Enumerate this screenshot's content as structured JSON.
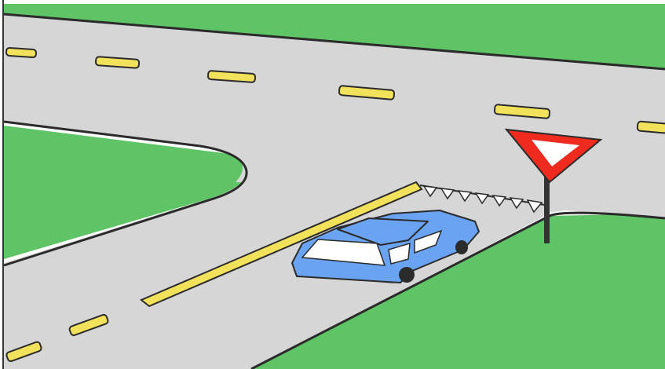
{
  "scene": {
    "description_tags": [
      "t-intersection",
      "yield-sign",
      "blue-car",
      "yield-line-sharks-teeth"
    ],
    "colors": {
      "grass": "#5fc466",
      "road": "#d6d6d6",
      "outline": "#2b2b2b",
      "lane_marking": "#f2e15a",
      "car_body": "#6aa3f2",
      "car_window": "#ffffff",
      "sign_red": "#ef2a1e",
      "sign_white": "#ffffff",
      "pole": "#333333"
    }
  }
}
